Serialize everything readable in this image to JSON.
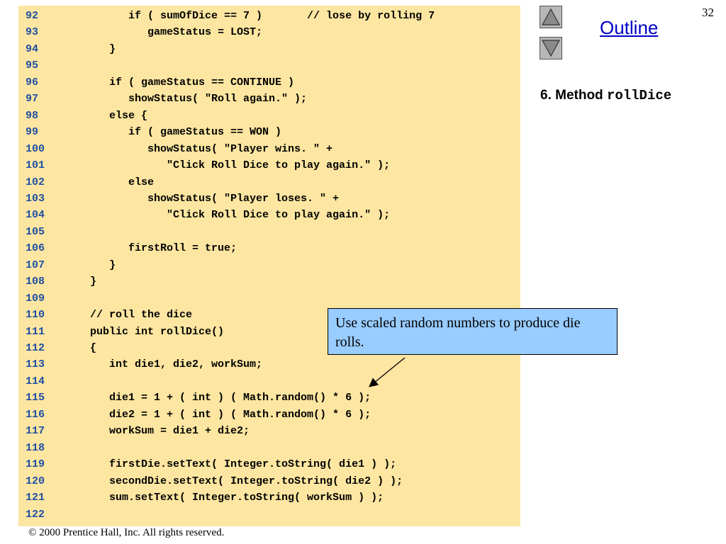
{
  "page_number": "32",
  "nav": {
    "outline_label": "Outline",
    "up_icon": "triangle-up-icon",
    "down_icon": "triangle-down-icon"
  },
  "section": {
    "prefix": "6. Method ",
    "method": "rollDice"
  },
  "callout": {
    "text": "Use scaled random numbers to produce die rolls."
  },
  "copyright": "© 2000 Prentice Hall, Inc.  All rights reserved.",
  "colors": {
    "code_background": "#fde6a1",
    "line_number": "#1f4fa3",
    "callout_background": "#99ccff",
    "outline_link": "#0000c8"
  },
  "code_lines": [
    {
      "num": "92",
      "code": "         if ( sumOfDice == 7 )       // lose by rolling 7"
    },
    {
      "num": "93",
      "code": "            gameStatus = LOST;"
    },
    {
      "num": "94",
      "code": "      }"
    },
    {
      "num": "95",
      "code": ""
    },
    {
      "num": "96",
      "code": "      if ( gameStatus == CONTINUE )"
    },
    {
      "num": "97",
      "code": "         showStatus( \"Roll again.\" );"
    },
    {
      "num": "98",
      "code": "      else {"
    },
    {
      "num": "99",
      "code": "         if ( gameStatus == WON )"
    },
    {
      "num": "100",
      "code": "            showStatus( \"Player wins. \" +"
    },
    {
      "num": "101",
      "code": "               \"Click Roll Dice to play again.\" );"
    },
    {
      "num": "102",
      "code": "         else"
    },
    {
      "num": "103",
      "code": "            showStatus( \"Player loses. \" +"
    },
    {
      "num": "104",
      "code": "               \"Click Roll Dice to play again.\" );"
    },
    {
      "num": "105",
      "code": ""
    },
    {
      "num": "106",
      "code": "         firstRoll = true;"
    },
    {
      "num": "107",
      "code": "      }"
    },
    {
      "num": "108",
      "code": "   }"
    },
    {
      "num": "109",
      "code": ""
    },
    {
      "num": "110",
      "code": "   // roll the dice"
    },
    {
      "num": "111",
      "code": "   public int rollDice()"
    },
    {
      "num": "112",
      "code": "   {"
    },
    {
      "num": "113",
      "code": "      int die1, die2, workSum;"
    },
    {
      "num": "114",
      "code": ""
    },
    {
      "num": "115",
      "code": "      die1 = 1 + ( int ) ( Math.random() * 6 );"
    },
    {
      "num": "116",
      "code": "      die2 = 1 + ( int ) ( Math.random() * 6 );"
    },
    {
      "num": "117",
      "code": "      workSum = die1 + die2;"
    },
    {
      "num": "118",
      "code": ""
    },
    {
      "num": "119",
      "code": "      firstDie.setText( Integer.toString( die1 ) );"
    },
    {
      "num": "120",
      "code": "      secondDie.setText( Integer.toString( die2 ) );"
    },
    {
      "num": "121",
      "code": "      sum.setText( Integer.toString( workSum ) );"
    },
    {
      "num": "122",
      "code": ""
    }
  ]
}
